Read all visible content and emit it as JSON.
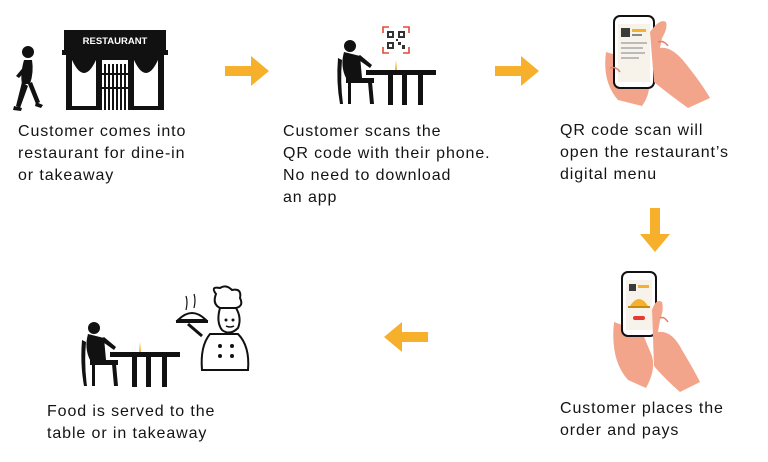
{
  "colors": {
    "arrow": "#f6b02c",
    "ink": "#111111",
    "skin": "#f2a58a",
    "skin_shadow": "#e0826a",
    "phone": "#ffffff",
    "menu_accent": "#3a3a3a",
    "qr_frame": "#e04a3a",
    "cloche": "#f6b02c",
    "button": "#e53935"
  },
  "icons": {
    "restaurant": "storefront-icon",
    "customer": "walking-person-icon",
    "table_scan": "seated-customer-icon",
    "qr": "qr-code-icon",
    "phone_menu": "hand-phone-icon",
    "phone_order": "hand-phone-order-icon",
    "chef": "chef-serving-icon",
    "arrow": "arrow-icon"
  },
  "steps": [
    {
      "id": "step-1",
      "storefront_sign": "RESTAURANT",
      "lines": [
        "Customer comes into",
        "restaurant for dine-in",
        "or takeaway"
      ]
    },
    {
      "id": "step-2",
      "lines": [
        "Customer scans the",
        "QR code with their phone.",
        "No need to download",
        "an app"
      ]
    },
    {
      "id": "step-3",
      "lines": [
        "QR code scan will",
        "open the restaurant’s",
        "digital menu"
      ]
    },
    {
      "id": "step-4",
      "lines": [
        "Customer places the",
        "order and pays"
      ]
    },
    {
      "id": "step-5",
      "lines": [
        "Food is served to the",
        "table or in takeaway"
      ]
    }
  ]
}
